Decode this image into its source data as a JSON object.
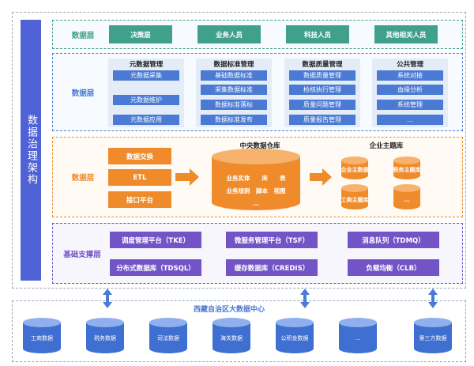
{
  "side_label": "数据治理架构",
  "layer1": {
    "name": "数据层",
    "buttons": [
      "决策层",
      "业务人员",
      "科技人员",
      "其他相关人员"
    ]
  },
  "layer2": {
    "name": "数据层",
    "columns": [
      {
        "title": "元数据管理",
        "items": [
          "元数据采集",
          "元数据维护",
          "元数据应用"
        ]
      },
      {
        "title": "数据标准管理",
        "items": [
          "基础数据标准",
          "采集数据标准",
          "数据标准落标",
          "数据标准发布"
        ]
      },
      {
        "title": "数据质量管理",
        "items": [
          "数据质量管理",
          "检核执行管理",
          "质量问题管理",
          "质量报告管理"
        ]
      },
      {
        "title": "公共管理",
        "items": [
          "系统对接",
          "血缘分析",
          "系统管理",
          "..."
        ]
      }
    ]
  },
  "layer3": {
    "name": "数据层",
    "buttons": [
      "数据交换",
      "ETL",
      "接口平台"
    ],
    "warehouse_title": "中央数据仓库",
    "warehouse_lines": [
      "业务实体　　库　　表",
      "业务规则　脚本　视图",
      "..."
    ],
    "theme_title": "企业主题库",
    "theme_items": [
      "企业主数据",
      "税务主题库",
      "工商主题库",
      "..."
    ]
  },
  "layer4": {
    "name": "基础支撑层",
    "buttons": [
      "调度管理平台（TKE）",
      "微服务管理平台（TSF）",
      "消息队列（TDMQ）",
      "分布式数据库（TDSQL）",
      "缓存数据库（CREDIS）",
      "负载均衡（CLB）"
    ]
  },
  "bottom": {
    "title": "西藏自治区大数据中心",
    "databases": [
      "工商数据",
      "税务数据",
      "司法数据",
      "海关数据",
      "公积金数据",
      "...",
      "第三方数据"
    ]
  },
  "colors": {
    "green": "#3fa08b",
    "blue": "#4a7ad3",
    "orange": "#f08b2c",
    "purple": "#7354c7",
    "side": "#4f63d6"
  }
}
